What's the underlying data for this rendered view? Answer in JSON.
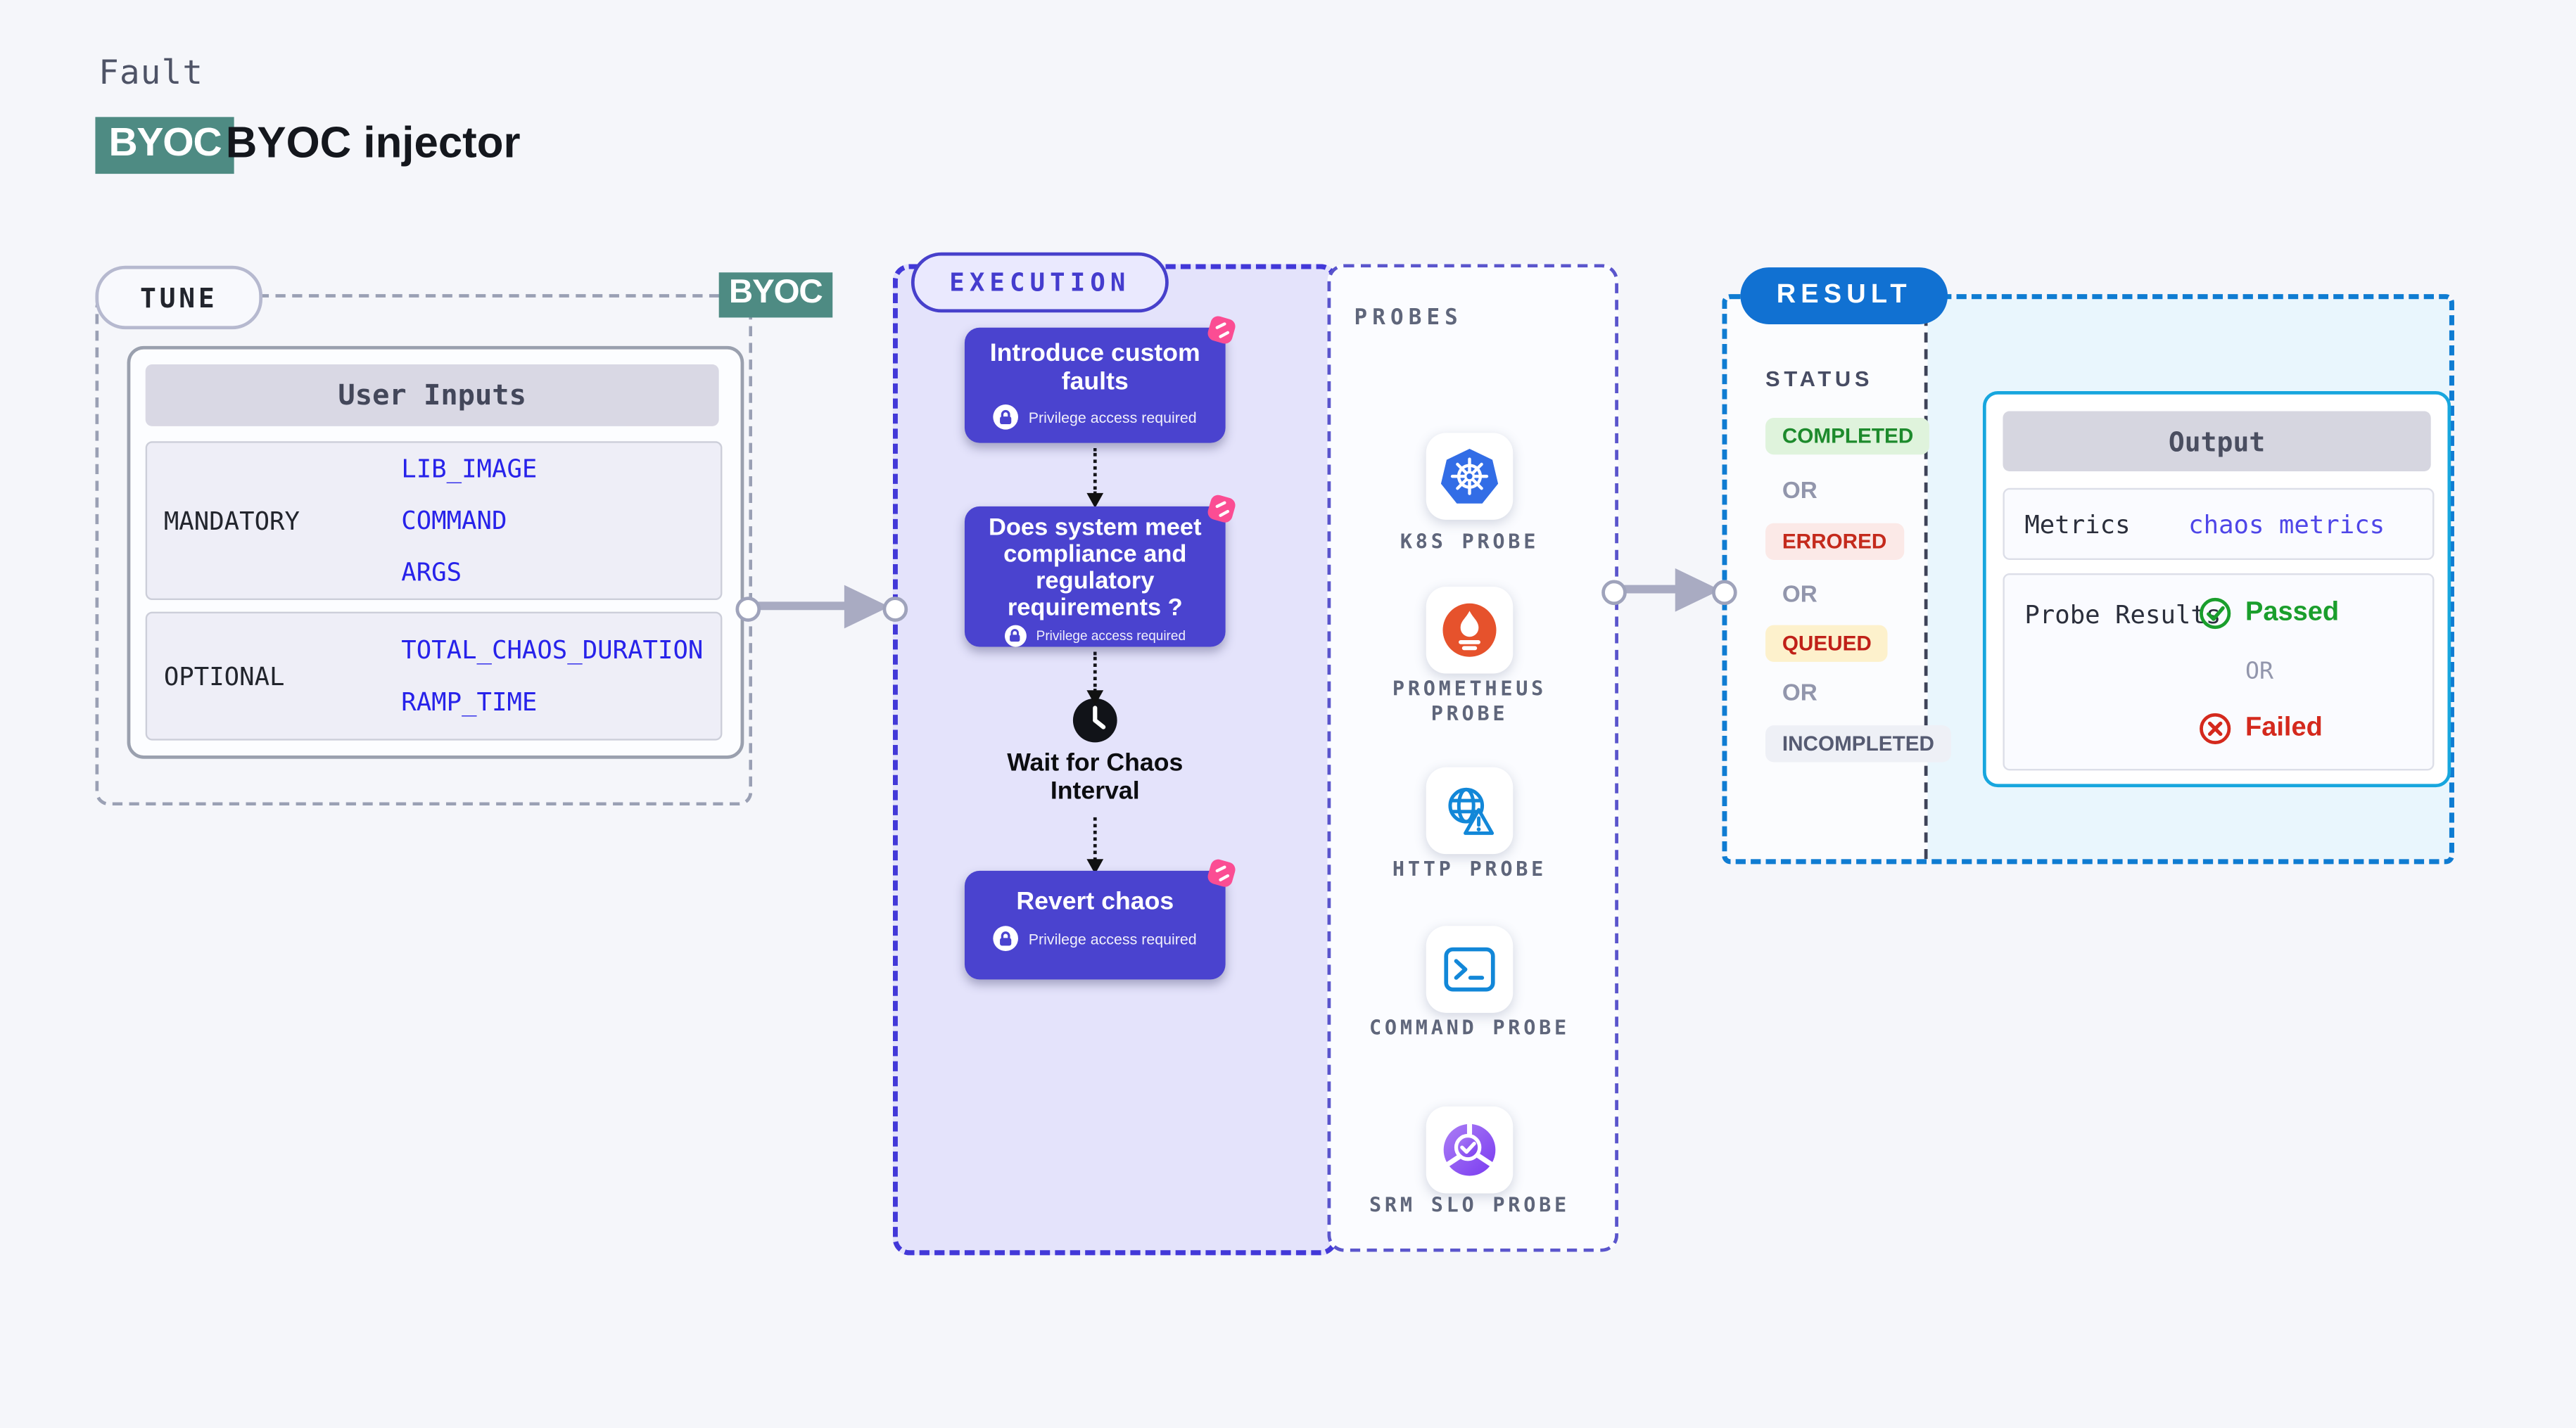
{
  "header": {
    "eyebrow": "Fault",
    "badge": "BYOC",
    "title": "BYOC injector"
  },
  "tune": {
    "pill": "TUNE",
    "byoc_badge": "BYOC",
    "table": {
      "title": "User Inputs",
      "rows": [
        {
          "label": "MANDATORY",
          "values": [
            "LIB_IMAGE",
            "COMMAND",
            "ARGS"
          ]
        },
        {
          "label": "OPTIONAL",
          "values": [
            "TOTAL_CHAOS_DURATION",
            "RAMP_TIME"
          ]
        }
      ]
    }
  },
  "execution": {
    "pill": "EXECUTION",
    "steps": [
      {
        "title": "Introduce custom faults",
        "note": "Privilege access required"
      },
      {
        "title": "Does system meet compliance and regulatory requirements ?",
        "note": "Privilege access required"
      },
      {
        "title": "Revert chaos",
        "note": "Privilege access required"
      }
    ],
    "wait_label": "Wait for Chaos Interval"
  },
  "probes": {
    "heading": "PROBES",
    "items": [
      {
        "label": "K8S PROBE"
      },
      {
        "label": "PROMETHEUS PROBE"
      },
      {
        "label": "HTTP PROBE"
      },
      {
        "label": "COMMAND PROBE"
      },
      {
        "label": "SRM SLO PROBE"
      }
    ]
  },
  "result": {
    "pill": "RESULT",
    "status_heading": "STATUS",
    "or": "OR",
    "statuses": [
      {
        "label": "COMPLETED"
      },
      {
        "label": "ERRORED"
      },
      {
        "label": "QUEUED"
      },
      {
        "label": "INCOMPLETED"
      }
    ],
    "output": {
      "title": "Output",
      "metrics_label": "Metrics",
      "metrics_value": "chaos metrics",
      "probe_results_label": "Probe Results",
      "passed": "Passed",
      "or": "OR",
      "failed": "Failed"
    }
  },
  "colors": {
    "teal": "#4e8b83",
    "card_purple": "#4a43cf",
    "indigo_dash": "#4238d8",
    "result_dash_blue": "#0f7cd2",
    "output_border_cyan": "#17a6de",
    "input_value_blue": "#2722ea",
    "passed_green": "#1a9e2c",
    "failed_red": "#d4291d",
    "chaos_pink": "#fb4d93",
    "k8s_blue": "#326de6",
    "prometheus_orange": "#e6522c",
    "probe_blue": "#1287d8"
  }
}
